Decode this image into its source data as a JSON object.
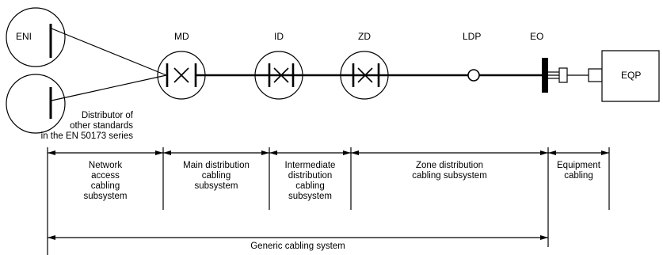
{
  "nodes": {
    "eni": "ENI",
    "md": "MD",
    "id": "ID",
    "zd": "ZD",
    "ldp": "LDP",
    "eo": "EO",
    "eqp": "EQP"
  },
  "other_distributor_label": "Distributor of\nother standards\nin the EN 50173 series",
  "subsystems": {
    "network_access": "Network\naccess\ncabling\nsubsystem",
    "main_distribution": "Main distribution\ncabling\nsubsystem",
    "intermediate_distribution": "Intermediate\ndistribution\ncabling\nsubsystem",
    "zone_distribution": "Zone distribution\ncabling subsystem",
    "equipment_cabling": "Equipment\ncabling"
  },
  "generic_cabling_system": "Generic cabling system"
}
